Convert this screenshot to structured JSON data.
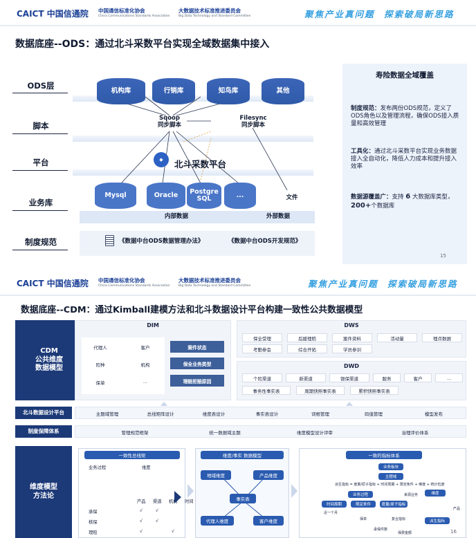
{
  "header": {
    "caict": "CAICT 中国信通院",
    "org1_name": "中国通信标准化协会",
    "org1_sub": "China Communications Standards Association",
    "org2_name": "大数据技术标准推进委员会",
    "org2_sub": "Big Data Technology and Standard Committee",
    "slogan_left": "聚焦产业真问题",
    "slogan_right": "探索破局新思路"
  },
  "slide1": {
    "title": "数据底座--ODS：通过北斗采数平台实现全域数据集中接入",
    "layers": [
      "ODS层",
      "脚本",
      "平台",
      "业务库",
      "制度规范"
    ],
    "ods_tables": [
      "机构库",
      "行销库",
      "知鸟库",
      "其他"
    ],
    "scripts": [
      {
        "l1": "Sqoop",
        "l2": "同步脚本"
      },
      {
        "l1": "Filesync",
        "l2": "同步脚本"
      }
    ],
    "platform": "北斗采数平台",
    "biz_dbs": [
      {
        "l1": "Mysql",
        "l2": ""
      },
      {
        "l1": "Oracle",
        "l2": ""
      },
      {
        "l1": "Postgre",
        "l2": "SQL"
      },
      {
        "l1": "...",
        "l2": ""
      }
    ],
    "file_label": "文件",
    "internal_label": "内部数据",
    "external_label": "外部数据",
    "docs": [
      "《数据中台ODS数据管理办法》",
      "《数据中台ODS开发规范》"
    ],
    "panel_title": "寿险数据全域覆盖",
    "panel_items": [
      {
        "head": "制度规范：",
        "body": "发布两份ODS规范，定义了ODS角色以及管理流程，确保ODS接入质量和高效管理"
      },
      {
        "head": "工具化：",
        "body": "通过北斗采数平台实现业务数据接入全自动化，降低人力成本和提升接入效率"
      },
      {
        "head": "数据源覆盖广：",
        "body_pre": "支持 ",
        "num1": "6",
        "body_mid": " 大数据库类型，",
        "num2": "200+",
        "body_post": "个数据库"
      }
    ],
    "page": "15"
  },
  "slide2": {
    "title": "数据底座--CDM：通过Kimball建模方法和北斗数据设计平台构建一致性公共数据模型",
    "cdm_label": "CDM\n公共维度\n数据模型",
    "dim_title": "DIM",
    "dim_items": [
      "代理人",
      "客户",
      "险种",
      "机构",
      "保单",
      "..."
    ],
    "dim_dark": [
      "案件状态",
      "保全业务类型",
      "理赔拒赔原因"
    ],
    "dws_title": "DWS",
    "dws_row1": [
      "保全受理",
      "后援理赔",
      "案件资料",
      "活动量",
      "理点数据"
    ],
    "dws_row2": [
      "考勤参会",
      "综合开拓",
      "学员参训"
    ],
    "dwd_title": "DWD",
    "dwd_row1": [
      "个险渠道",
      "新渠道",
      "银保渠道",
      "服务",
      "客户",
      "..."
    ],
    "dwd_row2": [
      "事务性事实表",
      "周期快照事实表",
      "累积快照事实表"
    ],
    "platform_row_label": "北斗数据设计平台",
    "platform_items": [
      "主题域管理",
      "总线矩阵设计",
      "维度表设计",
      "事实表设计",
      "词根管理",
      "码值管理",
      "模型发布"
    ],
    "policy_row_label": "制度保障体系",
    "policy_items": [
      "管理规范框架",
      "统一数据域主题",
      "维度模型设计评审",
      "治理评价体系"
    ],
    "method_label": "维度模型\n方法论",
    "bus_title": "一致性总线矩",
    "bus_headers": [
      "业务过程",
      "维度"
    ],
    "bus_cols": [
      "产品",
      "渠道",
      "机构",
      "时间"
    ],
    "bus_rows": [
      "承保",
      "核保",
      "理赔"
    ],
    "check": "√",
    "star_title": "维度/事实 数据模型",
    "star_center": "事实表",
    "star_dims": [
      "地域维度",
      "产品维度",
      "代理人维度",
      "客户维度"
    ],
    "index_title": "一致的指标体系",
    "index_nodes": [
      "业务板块",
      "主题域",
      "业务过程",
      "时间周期",
      "限定条件",
      "度量/原子指标",
      "维度",
      "派生指标"
    ],
    "index_formula": "派生指标 = 度量/原子指标 + 时间周期 + 限定条件 + 维度 + 统计粒度",
    "index_misc": [
      "保单",
      "产品",
      "承保件数",
      "保费金额",
      "近一个月",
      "来源业务",
      "复合指标"
    ],
    "page": "16"
  }
}
